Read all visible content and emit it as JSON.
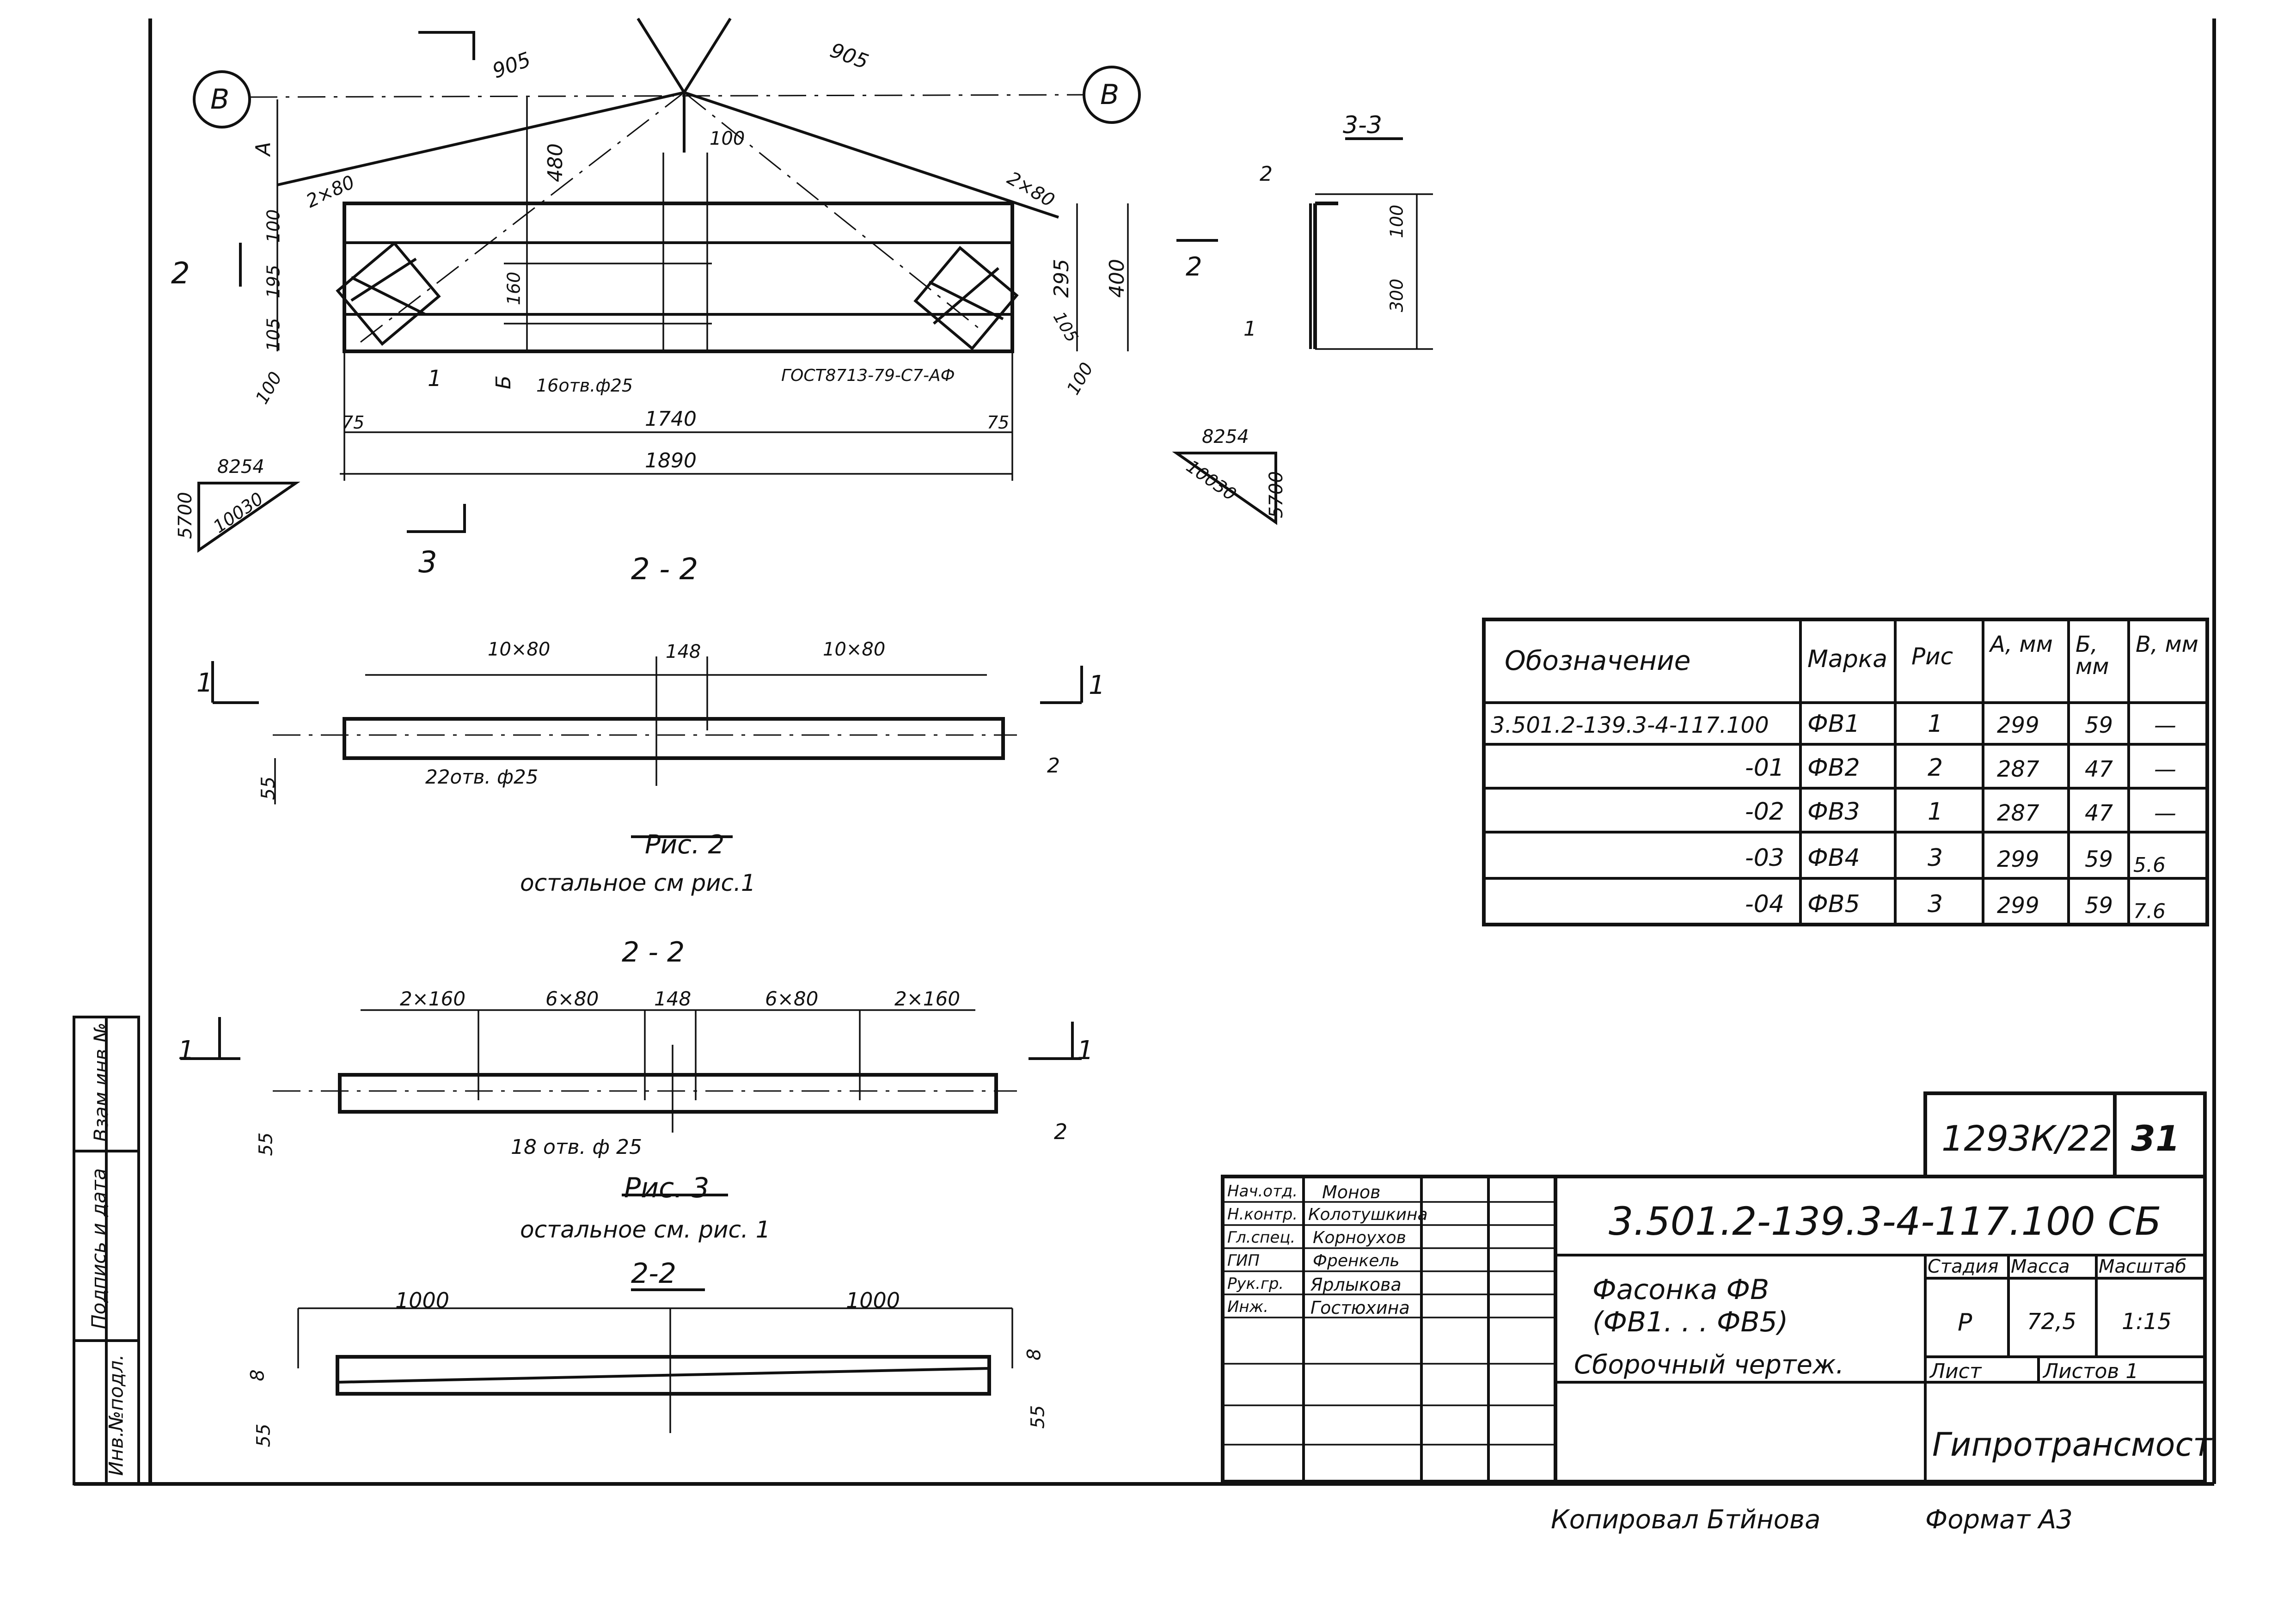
{
  "view_top": {
    "marker_left": "В",
    "marker_right": "В",
    "dim_905_left": "905",
    "dim_905_right": "905",
    "dim_480": "480",
    "dim_100_top": "100",
    "dim_2x80_left": "2×80",
    "dim_2x80_right": "2×80",
    "dim_A": "А",
    "dim_100_left": "100",
    "dim_195": "195",
    "dim_105_left": "105",
    "dim_100_bl": "100",
    "dim_160": "160",
    "dim_B": "Б",
    "part_1": "1",
    "holes_label": "16отв.ф25",
    "gost_label": "ГОСТ8713-79-С7-АФ",
    "dim_295": "295",
    "dim_400": "400",
    "dim_105_right": "105",
    "dim_100_br": "100",
    "dim_75_left": "75",
    "dim_1740": "1740",
    "dim_75_right": "75",
    "dim_1890": "1890",
    "tri_left_top": "8254",
    "tri_left_side": "5700",
    "tri_left_hyp": "10030",
    "tri_right_top": "8254",
    "tri_right_side": "5700",
    "tri_right_hyp": "10030",
    "section_2_left": "2",
    "section_2_right": "2",
    "section_3": "3"
  },
  "section_33": {
    "title": "3-3",
    "part_2": "2",
    "part_1": "1",
    "dim_100": "100",
    "dim_300": "300"
  },
  "fig2": {
    "title": "2 - 2",
    "dim_left": "10×80",
    "dim_mid": "148",
    "dim_right": "10×80",
    "holes": "22отв. ф25",
    "dim_55": "55",
    "part_2": "2",
    "sec_left": "1",
    "sec_right": "1",
    "caption": "Рис. 2",
    "note": "остальное см рис.1"
  },
  "fig3": {
    "title": "2 - 2",
    "dim_a": "2×160",
    "dim_b": "6×80",
    "dim_c": "148",
    "dim_d": "6×80",
    "dim_e": "2×160",
    "holes": "18 отв. ф 25",
    "dim_55": "55",
    "part_2": "2",
    "sec_left": "1",
    "sec_right": "1",
    "caption": "Рис. 3",
    "note": "остальное см. рис. 1"
  },
  "fig4": {
    "title": "2-2",
    "dim_left": "1000",
    "dim_right": "1000",
    "dim_8_left": "8",
    "dim_8_right": "8",
    "dim_55_left": "55",
    "dim_55_right": "55"
  },
  "spec_table": {
    "headers": [
      "Обозначение",
      "Марка",
      "Рис",
      "А, мм",
      "Б, мм",
      "В, мм"
    ],
    "rows": [
      [
        "3.501.2-139.3-4-117.100",
        "ФВ1",
        "1",
        "299",
        "59",
        "—"
      ],
      [
        "-01",
        "ФВ2",
        "2",
        "287",
        "47",
        "—"
      ],
      [
        "-02",
        "ФВ3",
        "1",
        "287",
        "47",
        "—"
      ],
      [
        "-03",
        "ФВ4",
        "3",
        "299",
        "59",
        "5.6"
      ],
      [
        "-04",
        "ФВ5",
        "3",
        "299",
        "59",
        "7.6"
      ]
    ]
  },
  "title_block": {
    "album": "1293К/22",
    "sheet_no": "31",
    "doc_code": "3.501.2-139.3-4-117.100 СБ",
    "name_1": "Фасонка ФВ",
    "name_2": "(ФВ1. . . ФВ5)",
    "name_3": "Сборочный чертеж.",
    "stage_label": "Стадия",
    "mass_label": "Масса",
    "scale_label": "Масштаб",
    "stage": "Р",
    "mass": "72,5",
    "scale": "1:15",
    "sheet_label": "Лист",
    "sheets_label": "Листов 1",
    "org": "Гипротрансмост",
    "roles": [
      {
        "role": "Нач.отд.",
        "name": "Монов"
      },
      {
        "role": "Н.контр.",
        "name": "Колотушкина"
      },
      {
        "role": "Гл.спец.",
        "name": "Корноухов"
      },
      {
        "role": "ГИП",
        "name": "Френкель"
      },
      {
        "role": "Рук.гр.",
        "name": "Ярлыкова"
      },
      {
        "role": "Инж.",
        "name": "Гостюхина"
      }
    ]
  },
  "side_stamp": {
    "inv_no": "Инв.№подл.",
    "sign_date": "Подпись и дата",
    "inv_change": "Взам.инв.№"
  },
  "footer": {
    "copied": "Копировал Бтйнова",
    "format": "Формат А3"
  }
}
